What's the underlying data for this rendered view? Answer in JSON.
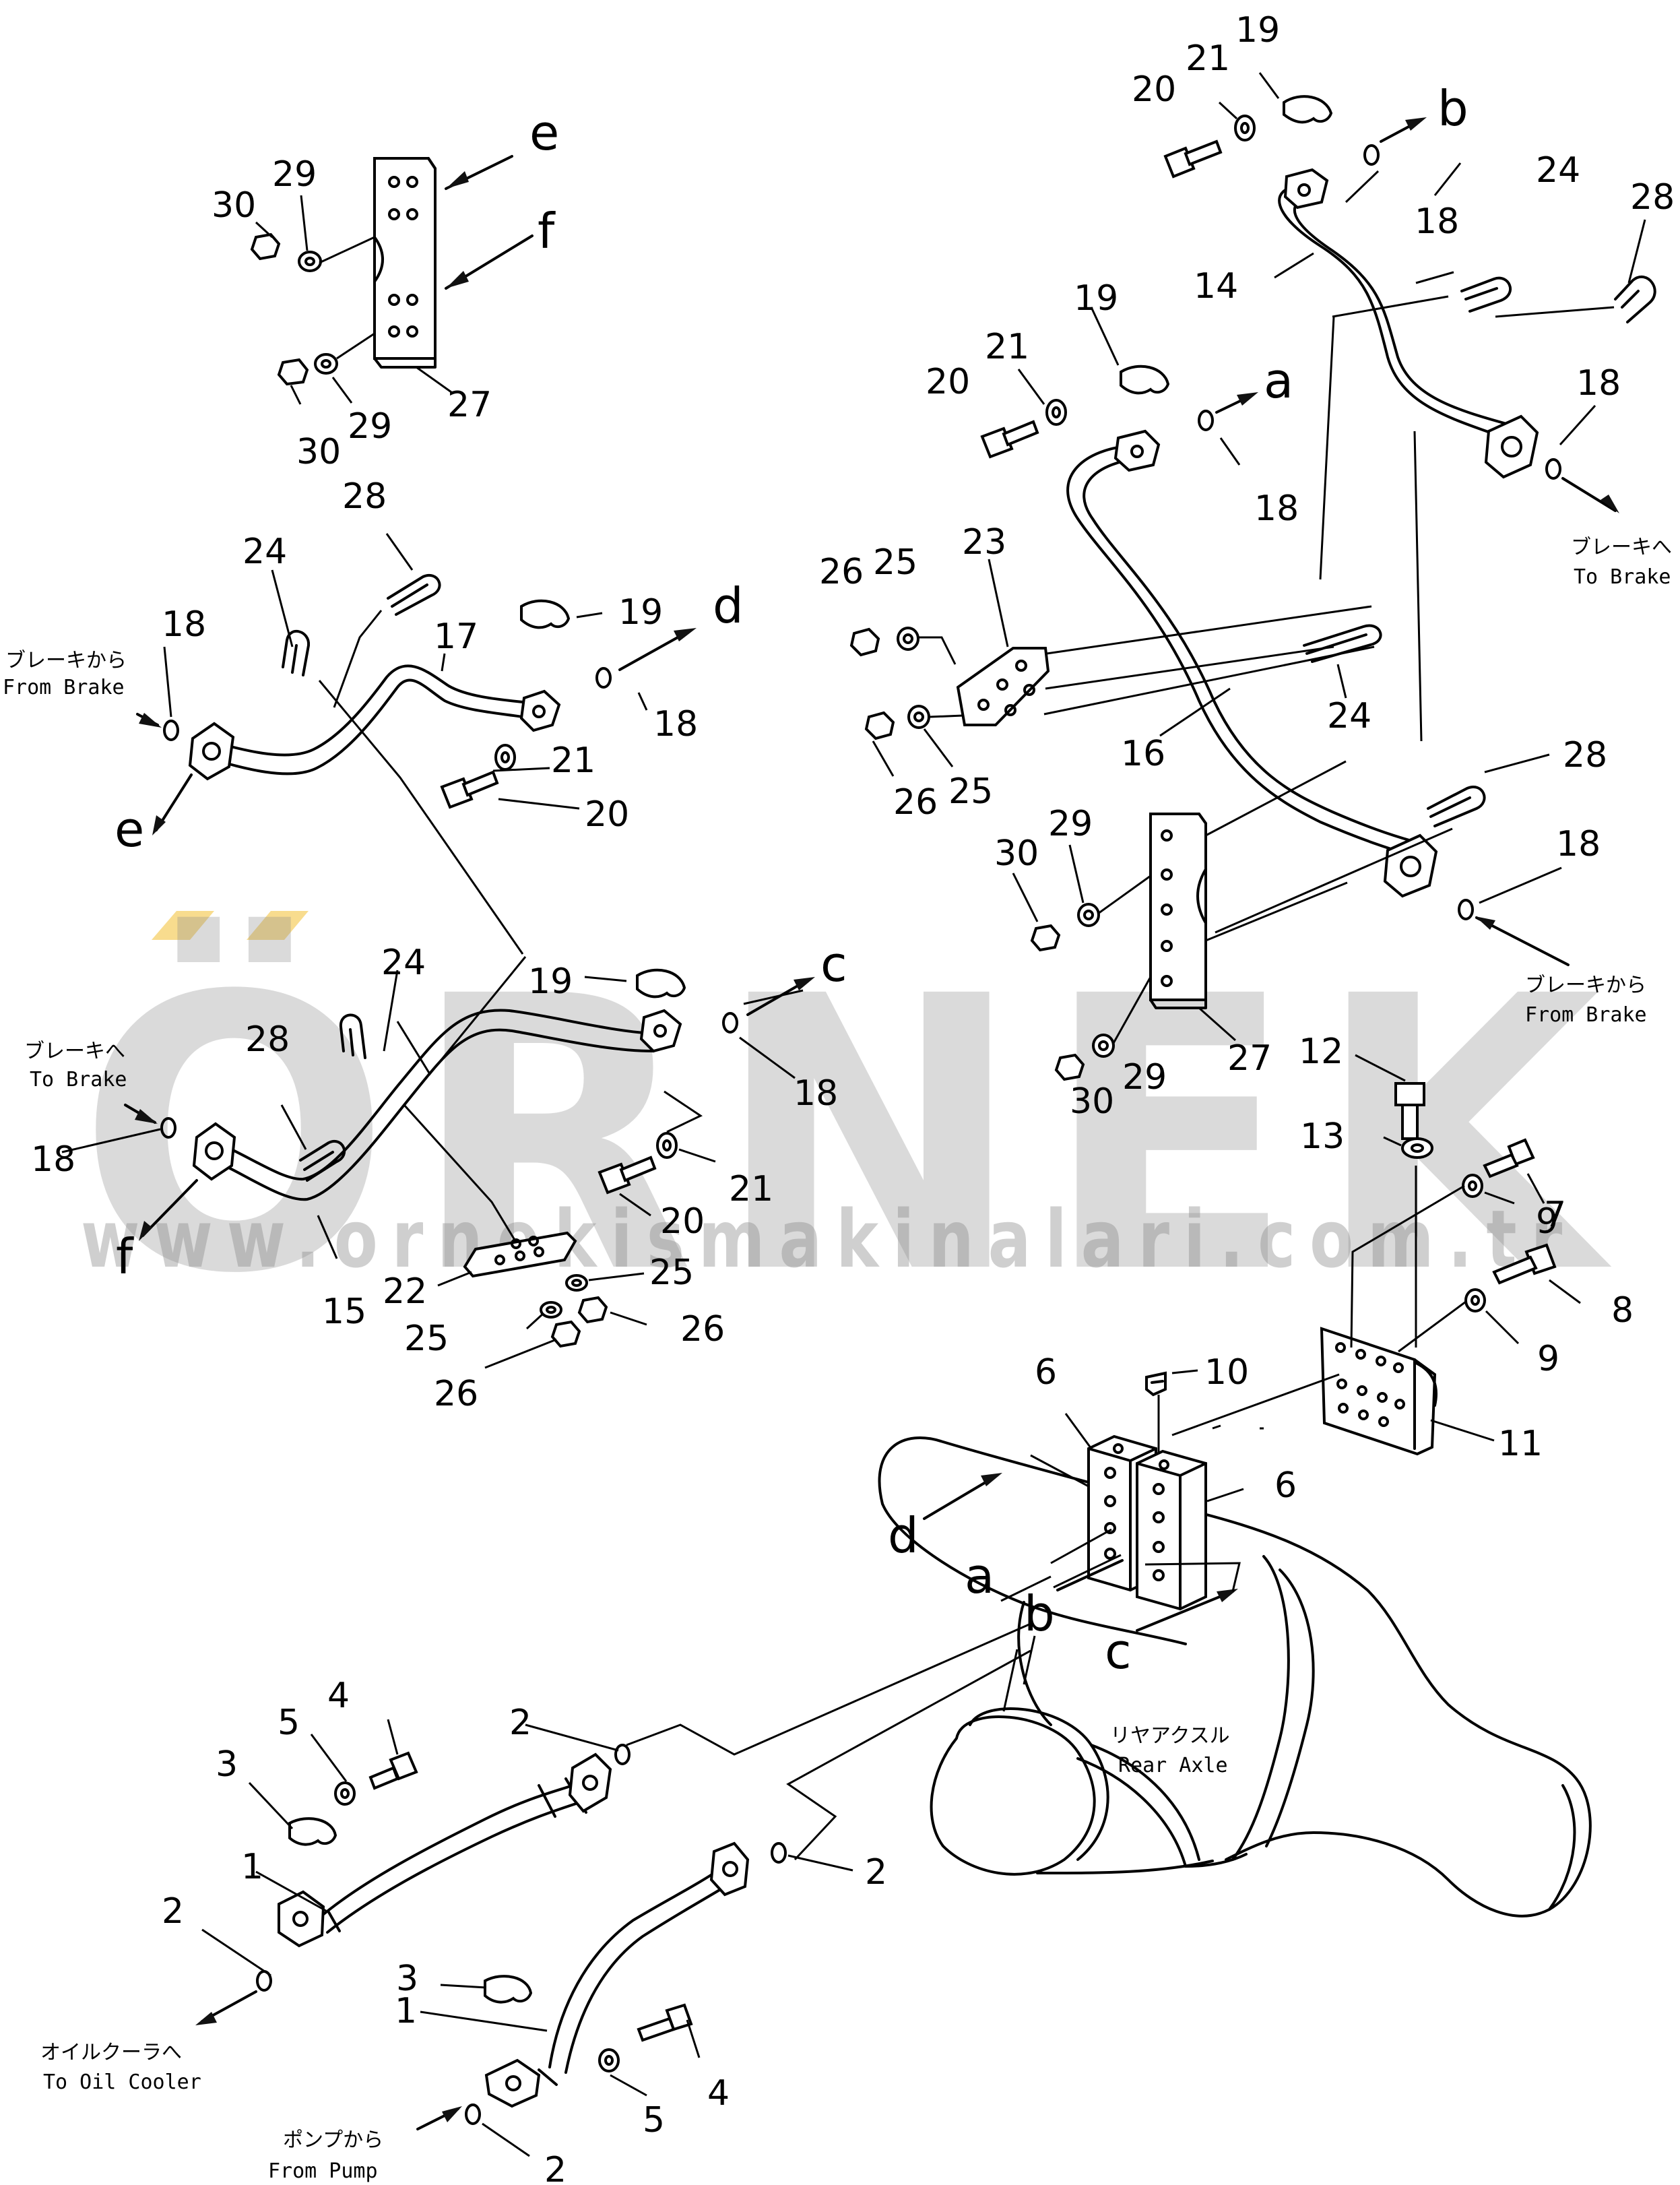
{
  "watermark": {
    "brand": "ÖRNEK",
    "url": "www.ornekismakinalari.com.tr",
    "gray": "#8c8c8c",
    "accent": "#f4c542"
  },
  "callouts": {
    "n1a": "1",
    "n1b": "1",
    "n2a": "2",
    "n2b": "2",
    "n2c": "2",
    "n2d": "2",
    "n3a": "3",
    "n3b": "3",
    "n4a": "4",
    "n4b": "4",
    "n5a": "5",
    "n5b": "5",
    "n6a": "6",
    "n6b": "6",
    "n7": "7",
    "n8": "8",
    "n9a": "9",
    "n9b": "9",
    "n10": "10",
    "n11": "11",
    "n12": "12",
    "n13": "13",
    "n14": "14",
    "n15": "15",
    "n16": "16",
    "n17": "17",
    "n18a": "18",
    "n18b": "18",
    "n18c": "18",
    "n18d": "18",
    "n18e": "18",
    "n18f": "18",
    "n18g": "18",
    "n18h": "18",
    "n19a": "19",
    "n19b": "19",
    "n19c": "19",
    "n19d": "19",
    "n20a": "20",
    "n20b": "20",
    "n20c": "20",
    "n20d": "20",
    "n21a": "21",
    "n21b": "21",
    "n21c": "21",
    "n21d": "21",
    "n22": "22",
    "n23": "23",
    "n24a": "24",
    "n24b": "24",
    "n24c": "24",
    "n24d": "24",
    "n25a": "25",
    "n25b": "25",
    "n25c": "25",
    "n25d": "25",
    "n26a": "26",
    "n26b": "26",
    "n26c": "26",
    "n26d": "26",
    "n27a": "27",
    "n27b": "27",
    "n28a": "28",
    "n28b": "28",
    "n28c": "28",
    "n28d": "28",
    "n29a": "29",
    "n29b": "29",
    "n29c": "29",
    "n29d": "29",
    "n30a": "30",
    "n30b": "30",
    "n30c": "30",
    "n30d": "30"
  },
  "connections": {
    "a1": "a",
    "a2": "a",
    "b1": "b",
    "b2": "b",
    "c1": "c",
    "c2": "c",
    "d1": "d",
    "d2": "d",
    "e1": "e",
    "e2": "e",
    "f1": "f",
    "f2": "f"
  },
  "notes": {
    "to_brake_jp": "ブレーキへ",
    "to_brake_en": "To Brake",
    "from_brake_jp": "ブレーキから",
    "from_brake_en": "From Brake",
    "rear_axle_jp": "リヤアクスル",
    "rear_axle_en": "Rear Axle",
    "to_cooler_jp": "オイルクーラへ",
    "to_cooler_en": "To Oil Cooler",
    "from_pump_jp": "ポンプから",
    "from_pump_en": "From Pump"
  }
}
